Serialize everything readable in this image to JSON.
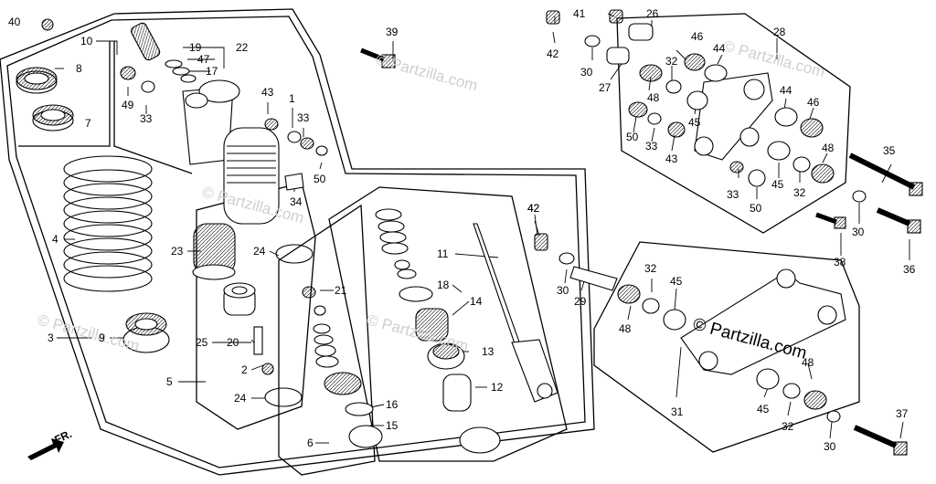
{
  "diagram": {
    "callouts": [
      {
        "label": "40"
      },
      {
        "label": "10"
      },
      {
        "label": "8"
      },
      {
        "label": "7"
      },
      {
        "label": "4"
      },
      {
        "label": "9"
      },
      {
        "label": "3"
      },
      {
        "label": "5"
      },
      {
        "label": "49"
      },
      {
        "label": "33"
      },
      {
        "label": "19"
      },
      {
        "label": "47"
      },
      {
        "label": "17"
      },
      {
        "label": "22"
      },
      {
        "label": "43"
      },
      {
        "label": "1"
      },
      {
        "label": "33"
      },
      {
        "label": "50"
      },
      {
        "label": "34"
      },
      {
        "label": "39"
      },
      {
        "label": "23"
      },
      {
        "label": "24"
      },
      {
        "label": "25"
      },
      {
        "label": "20"
      },
      {
        "label": "2"
      },
      {
        "label": "24"
      },
      {
        "label": "21"
      },
      {
        "label": "6"
      },
      {
        "label": "16"
      },
      {
        "label": "15"
      },
      {
        "label": "18"
      },
      {
        "label": "14"
      },
      {
        "label": "13"
      },
      {
        "label": "12"
      },
      {
        "label": "11"
      },
      {
        "label": "42"
      },
      {
        "label": "41"
      },
      {
        "label": "26"
      },
      {
        "label": "42"
      },
      {
        "label": "30"
      },
      {
        "label": "27"
      },
      {
        "label": "46"
      },
      {
        "label": "44"
      },
      {
        "label": "28"
      },
      {
        "label": "32"
      },
      {
        "label": "48"
      },
      {
        "label": "50"
      },
      {
        "label": "33"
      },
      {
        "label": "43"
      },
      {
        "label": "45"
      },
      {
        "label": "44"
      },
      {
        "label": "46"
      },
      {
        "label": "48"
      },
      {
        "label": "33"
      },
      {
        "label": "50"
      },
      {
        "label": "45"
      },
      {
        "label": "32"
      },
      {
        "label": "35"
      },
      {
        "label": "30"
      },
      {
        "label": "38"
      },
      {
        "label": "36"
      },
      {
        "label": "42"
      },
      {
        "label": "30"
      },
      {
        "label": "29"
      },
      {
        "label": "32"
      },
      {
        "label": "45"
      },
      {
        "label": "48"
      },
      {
        "label": "31"
      },
      {
        "label": "48"
      },
      {
        "label": "45"
      },
      {
        "label": "32"
      },
      {
        "label": "30"
      },
      {
        "label": "37"
      }
    ],
    "watermarks": [
      "© Partzilla.com",
      "© Partzilla.com",
      "© Partzilla.com",
      "© Partzilla.com",
      "© Partzilla.com"
    ],
    "watermark_main": "© Partzilla.com",
    "front_arrow_label": "FR."
  }
}
